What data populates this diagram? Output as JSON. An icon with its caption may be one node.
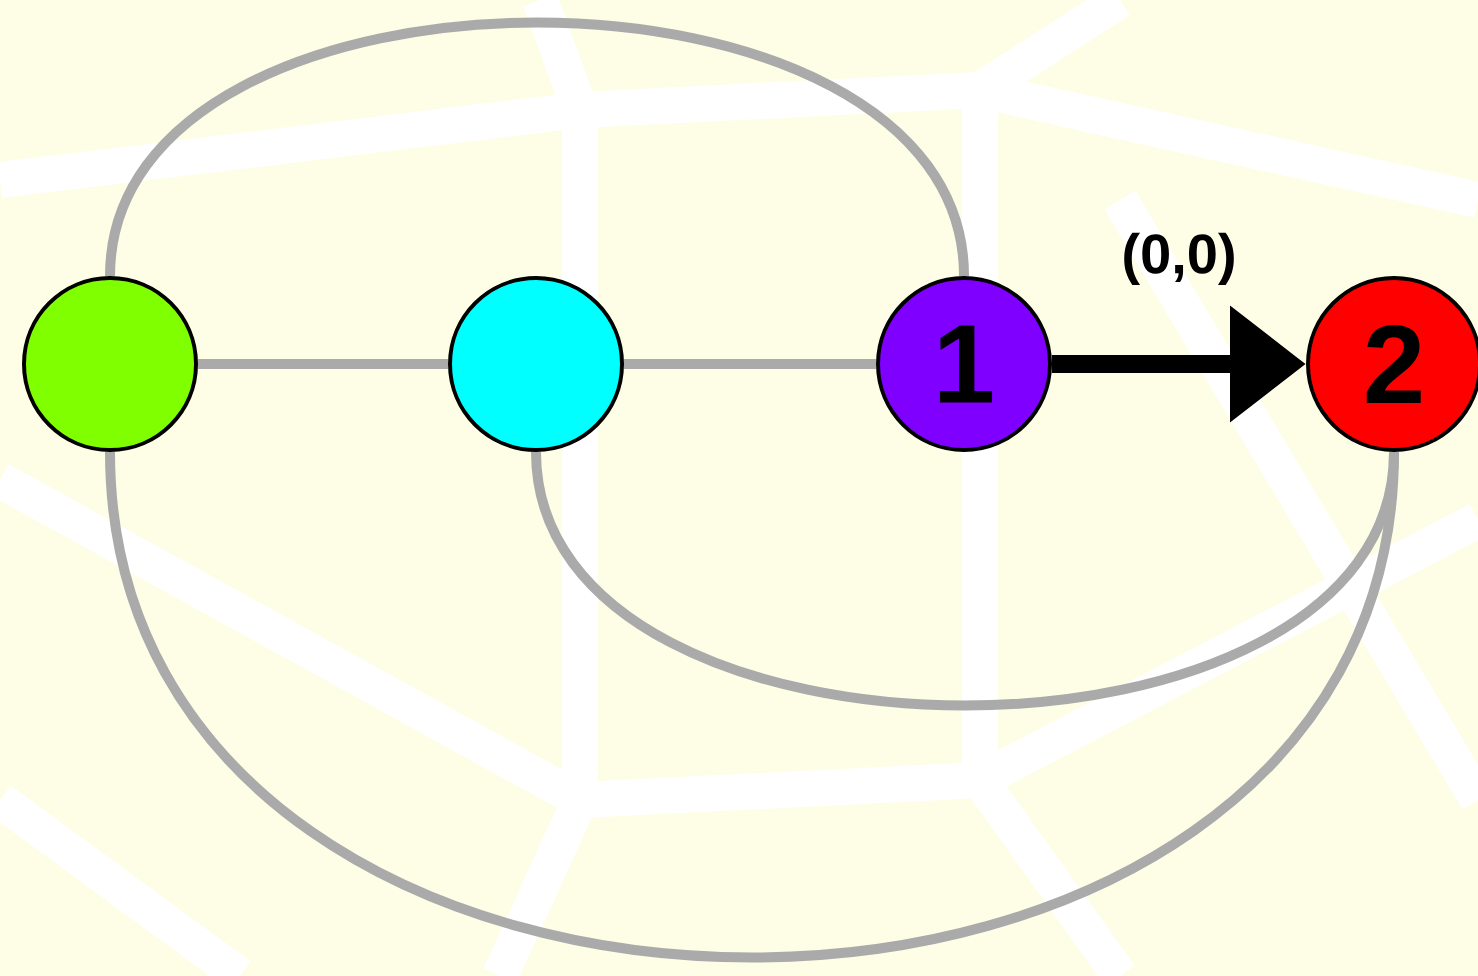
{
  "diagram": {
    "nodes": [
      {
        "text": [],
        "shape": "circle"
      },
      {
        "text": [],
        "shape": "circle"
      },
      {
        "text": [
          "1"
        ]
      },
      {
        "text": [
          "2"
        ]
      }
    ],
    "edges": [
      {
        "from": 0,
        "to": 1,
        "arrow": "none"
      },
      {
        "from": 1,
        "to": 2,
        "arrow": "none"
      },
      {
        "from": 2,
        "to": 3,
        "arrow": "to",
        "label": "(0,0)",
        "style": "thick",
        "color": "#000000"
      },
      {
        "from": 0,
        "to": 2,
        "arrow": "none"
      },
      {
        "from": 1,
        "to": 3,
        "arrow": "none"
      },
      {
        "from": 0,
        "to": 3,
        "arrow": "none"
      }
    ]
  }
}
